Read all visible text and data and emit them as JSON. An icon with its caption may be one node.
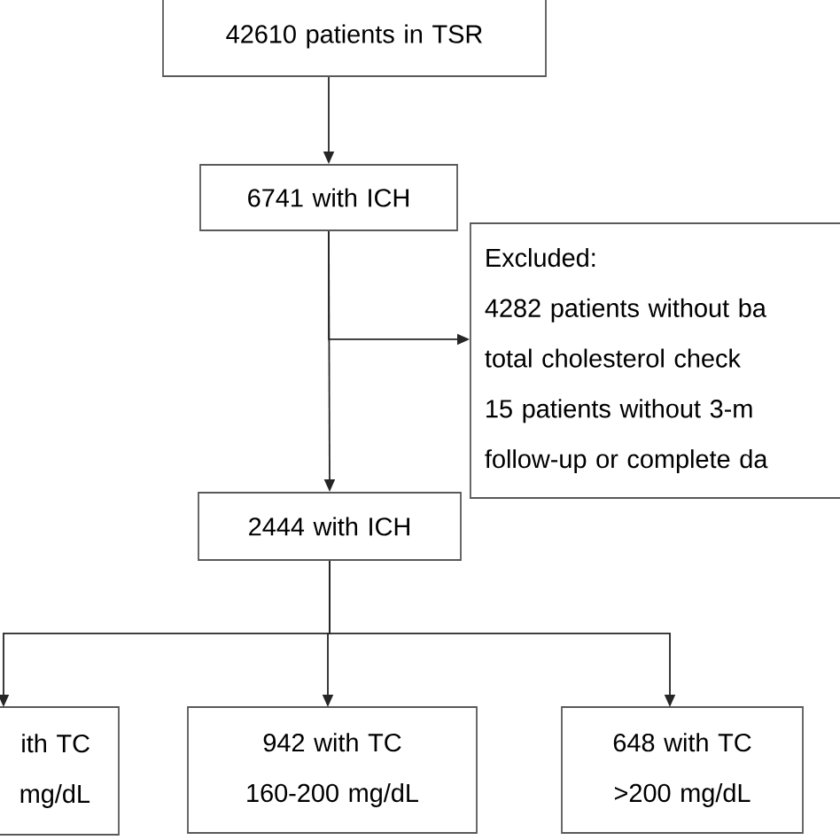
{
  "diagram": {
    "nodes": [
      {
        "text": [
          "42610 patients in TSR"
        ]
      },
      {
        "text": [
          "6741 with ICH"
        ]
      },
      {
        "text": [
          "Excluded:",
          "4282 patients without ba",
          "total cholesterol check",
          "15 patients without 3-m",
          "follow-up or complete da"
        ]
      },
      {
        "text": [
          "2444 with ICH"
        ]
      },
      {
        "text": [
          "ith TC",
          "mg/dL"
        ]
      },
      {
        "text": [
          "942 with TC",
          "160-200 mg/dL"
        ]
      },
      {
        "text": [
          "648 with TC",
          ">200 mg/dL"
        ]
      }
    ],
    "edges": [
      {
        "from": 0,
        "to": 1,
        "arrow": "to"
      },
      {
        "from": 1,
        "to": 3,
        "arrow": "to"
      },
      {
        "from": 1,
        "to": 2,
        "arrow": "to"
      },
      {
        "from": 3,
        "to": 4,
        "arrow": "to"
      },
      {
        "from": 3,
        "to": 5,
        "arrow": "to"
      },
      {
        "from": 3,
        "to": 6,
        "arrow": "to"
      }
    ]
  }
}
